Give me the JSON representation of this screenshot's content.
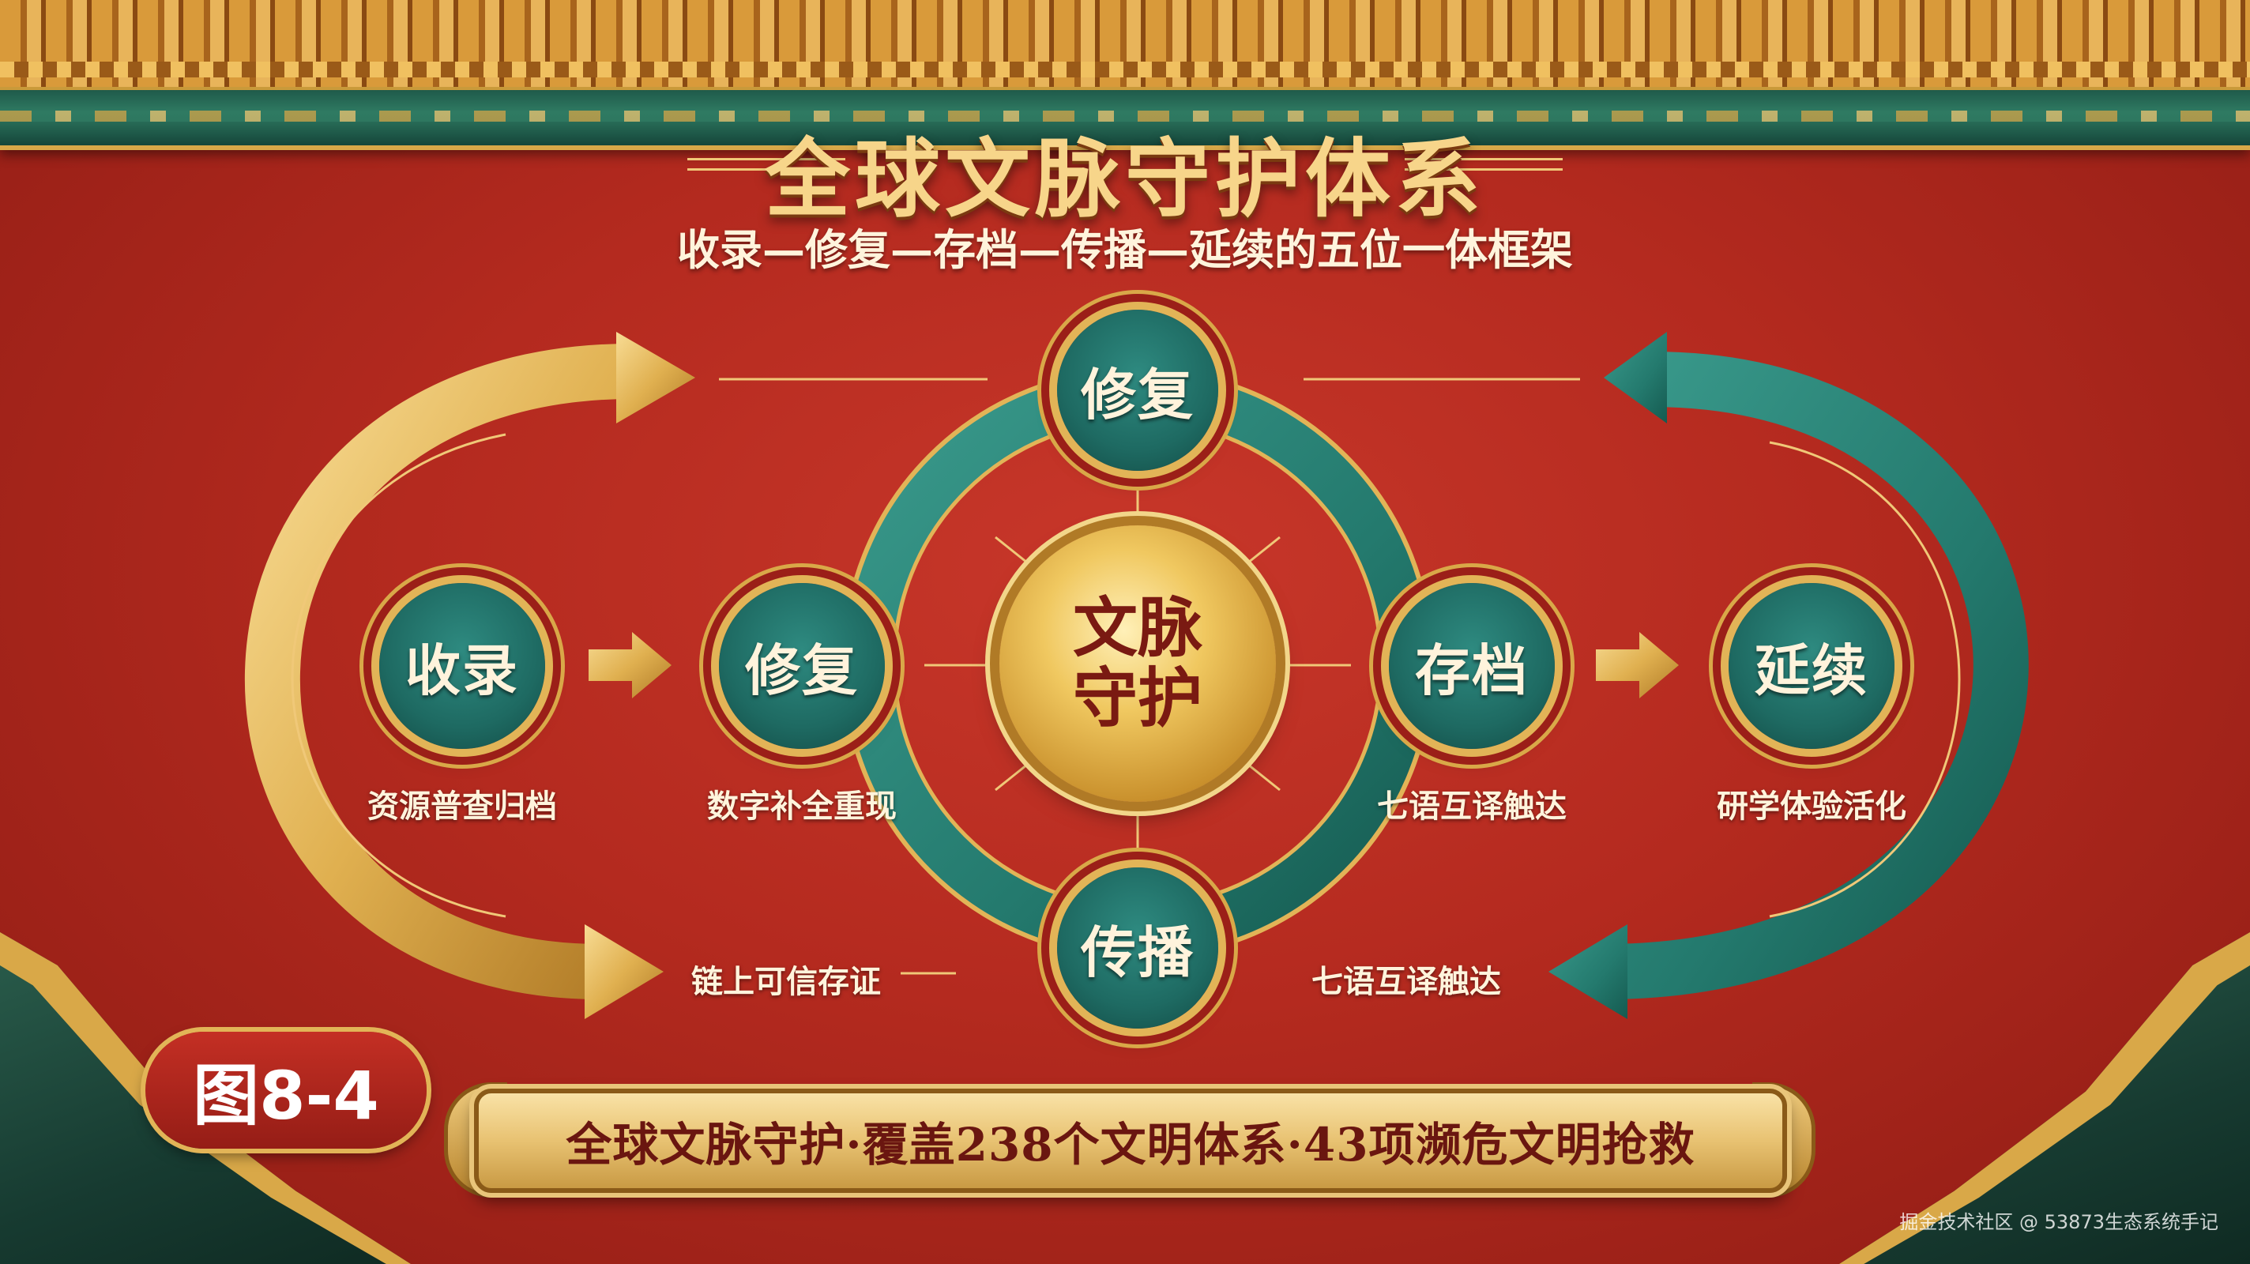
{
  "header": {
    "title": "全球文脉守护体系",
    "subtitle": "收录—修复—存档—传播—延续的五位一体框架"
  },
  "center": {
    "line1": "文脉",
    "line2": "守护"
  },
  "nodes": {
    "collect": {
      "label": "收录",
      "caption": "资源普查归档"
    },
    "repair_left": {
      "label": "修复",
      "caption": "数字补全重现"
    },
    "repair_top": {
      "label": "修复"
    },
    "archive": {
      "label": "存档",
      "caption": "七语互译触达"
    },
    "spread": {
      "label": "传播"
    },
    "continue": {
      "label": "延续",
      "caption": "研学体验活化"
    }
  },
  "bottom_captions": {
    "left": "链上可信存证",
    "right": "七语互译触达"
  },
  "figure_label": "图8-4",
  "banner": "全球文脉守护·覆盖238个文明体系·43项濒危文明抢救",
  "watermark": "掘金技术社区 @ 53873生态系统手记",
  "colors": {
    "background_red": "#b42a1f",
    "gold": "#e2b457",
    "teal": "#1e6a62"
  }
}
